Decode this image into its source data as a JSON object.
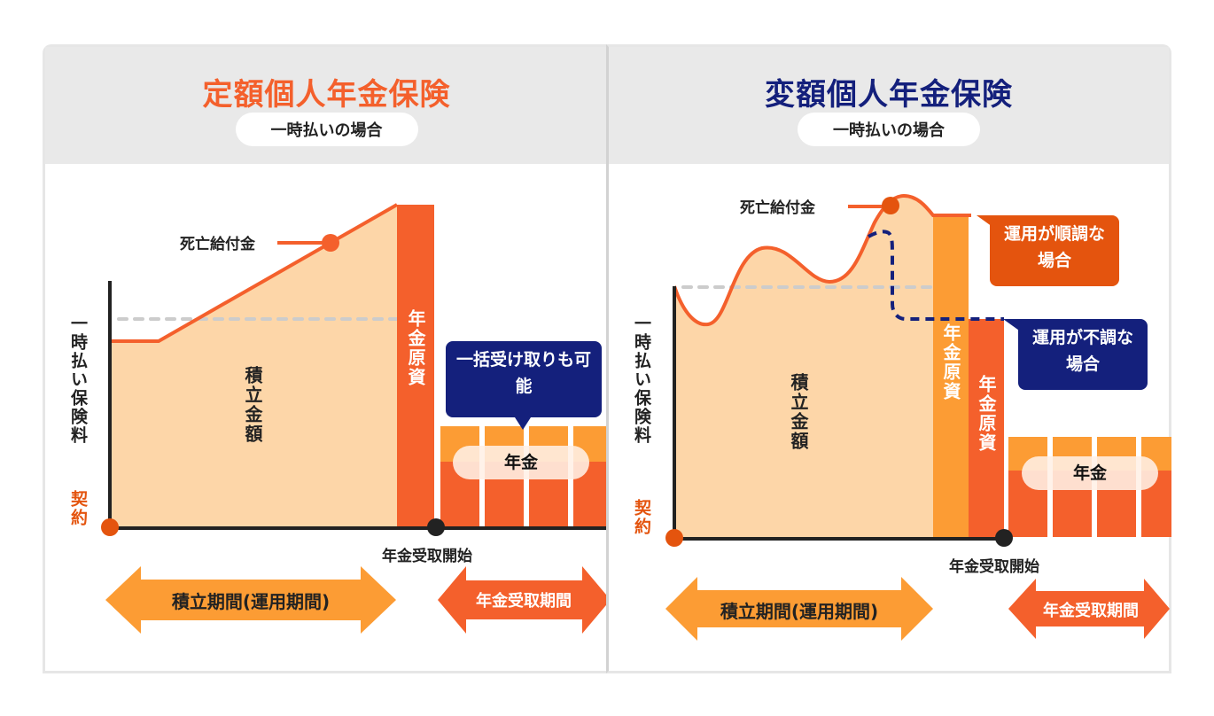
{
  "colors": {
    "orange_dark": "#f4602c",
    "orange_mid": "#fc9c34",
    "orange_light": "#fdd6a8",
    "orange_label": "#e4540e",
    "navy": "#14207c",
    "axis": "#222222",
    "dashed_gray": "#cccccc",
    "header_bg": "#e9e9e9"
  },
  "left": {
    "title": "定額個人年金保険",
    "subtitle": "一時払いの場合",
    "y_axis_label": "一時払い保険料",
    "contract_label": "契約",
    "death_benefit_label": "死亡給付金",
    "accumulated_label": "積立金額",
    "pension_fund_label": "年金原資",
    "lump_sum_bubble": "一括受け取りも可能",
    "pension_label": "年金",
    "pension_start_label": "年金受取開始",
    "accumulation_period_label": "積立期間(運用期間)",
    "pension_period_label": "年金受取期間"
  },
  "right": {
    "title": "変額個人年金保険",
    "subtitle": "一時払いの場合",
    "y_axis_label": "一時払い保険料",
    "contract_label": "契約",
    "death_benefit_label": "死亡給付金",
    "accumulated_label": "積立金額",
    "pension_fund_good_label": "年金原資",
    "pension_fund_poor_label": "年金原資",
    "good_performance_bubble": "運用が順調な場合",
    "poor_performance_bubble": "運用が不調な場合",
    "pension_label": "年金",
    "pension_start_label": "年金受取開始",
    "accumulation_period_label": "積立期間(運用期間)",
    "pension_period_label": "年金受取期間"
  }
}
